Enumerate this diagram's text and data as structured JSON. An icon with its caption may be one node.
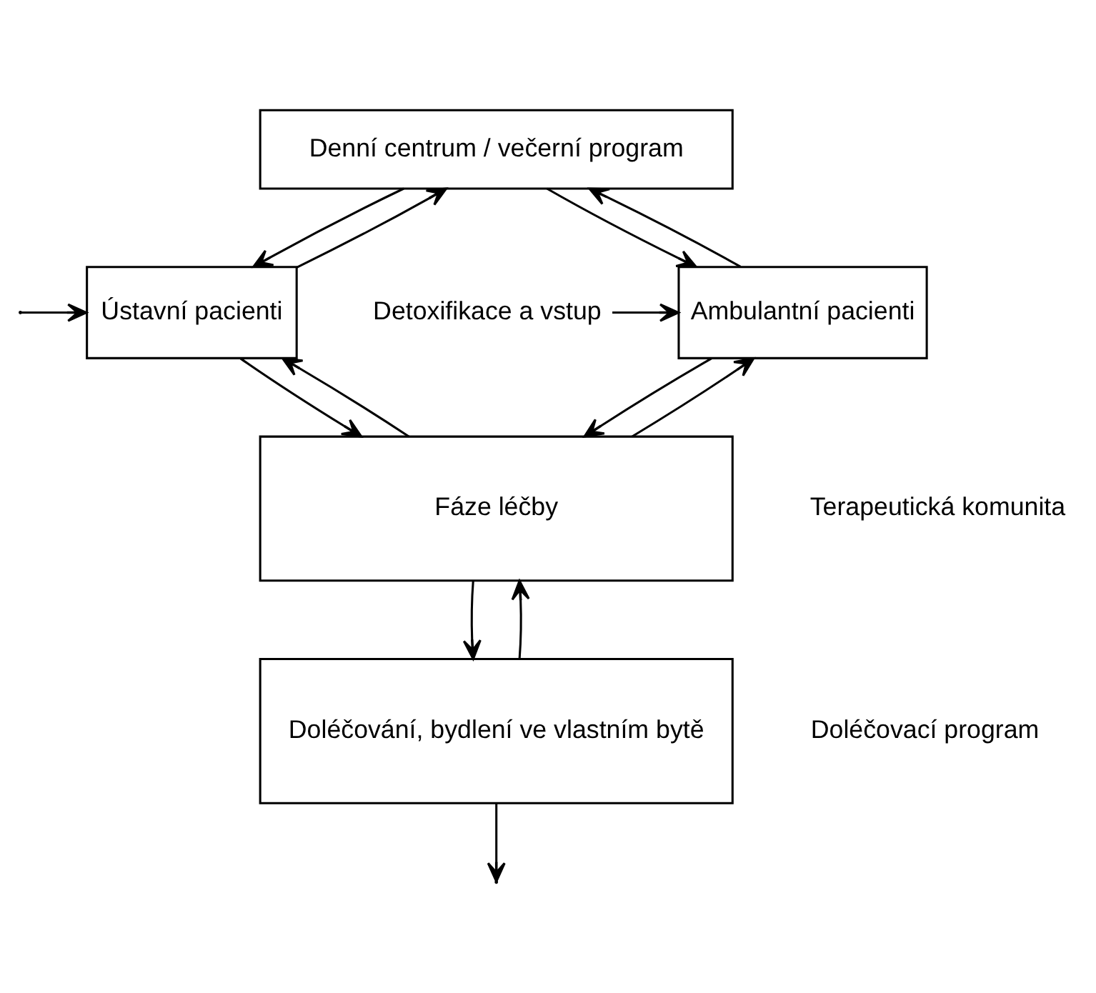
{
  "diagram": {
    "nodes": [
      {
        "text": [
          "Denní centrum / večerní program"
        ]
      },
      {
        "text": [
          "Ambulantní pacienti"
        ]
      },
      {
        "text": [
          "Ústavní pacienti"
        ]
      },
      {
        "text": [
          "Fáze léčby"
        ]
      },
      {
        "text": [
          "Doléčování, bydlení ve vlastním bytě"
        ]
      },
      {
        "text": [
          "Detoxifikace a vstup"
        ]
      }
    ],
    "edges": [
      {
        "from": 1,
        "to": 0,
        "arrow": "to"
      },
      {
        "from": 2,
        "to": 0,
        "arrow": "to"
      },
      {
        "from": 0,
        "to": 1,
        "arrow": "to"
      },
      {
        "from": 0,
        "to": 2,
        "arrow": "to"
      },
      {
        "from": 5,
        "to": 1,
        "arrow": "to"
      },
      {
        "from": null,
        "to": 2,
        "arrow": "to"
      },
      {
        "from": 3,
        "to": 1,
        "arrow": "to"
      },
      {
        "from": 3,
        "to": 2,
        "arrow": "to"
      },
      {
        "from": 1,
        "to": 3,
        "arrow": "to"
      },
      {
        "from": 2,
        "to": 3,
        "arrow": "to"
      },
      {
        "from": 3,
        "to": 4,
        "arrow": "to"
      },
      {
        "from": 4,
        "to": 3,
        "arrow": "to"
      },
      {
        "from": 4,
        "to": null,
        "arrow": "to"
      }
    ],
    "labels": [
      "Terapeutická komunita",
      "Doléčovací program"
    ]
  }
}
